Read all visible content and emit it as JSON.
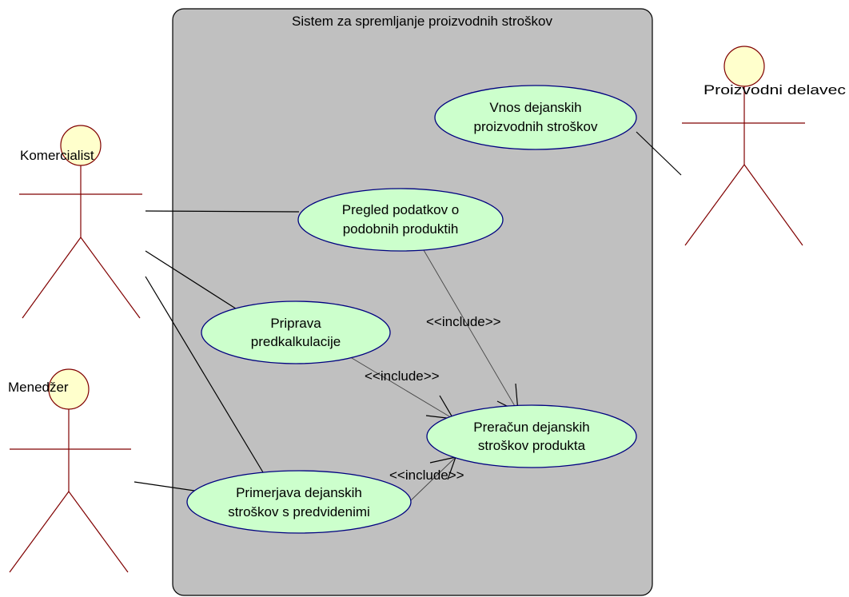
{
  "system": {
    "title": "Sistem za spremljanje proizvodnih stroškov"
  },
  "actors": {
    "komercialist": "Komercialist",
    "menedzer": "Menedžer",
    "proizvodni_delavec": "Proizvodni delavec"
  },
  "use_cases": {
    "vnos": [
      "Vnos dejanskih",
      "proizvodnih stroškov"
    ],
    "pregled": [
      "Pregled podatkov o",
      "podobnih produktih"
    ],
    "priprava": [
      "Priprava",
      "predkalkulacije"
    ],
    "preracun": [
      "Preračun dejanskih",
      "stroškov produkta"
    ],
    "primerjava": [
      "Primerjava dejanskih",
      "stroškov s predvidenimi"
    ]
  },
  "relations": {
    "include_1": "<<include>>",
    "include_2": "<<include>>",
    "include_3": "<<include>>"
  },
  "colors": {
    "system_fill": "#c0c0c0",
    "use_case_fill": "#ccffcc",
    "use_case_stroke": "#000080",
    "actor_stroke": "#800000",
    "actor_head_fill": "#ffffcc"
  }
}
